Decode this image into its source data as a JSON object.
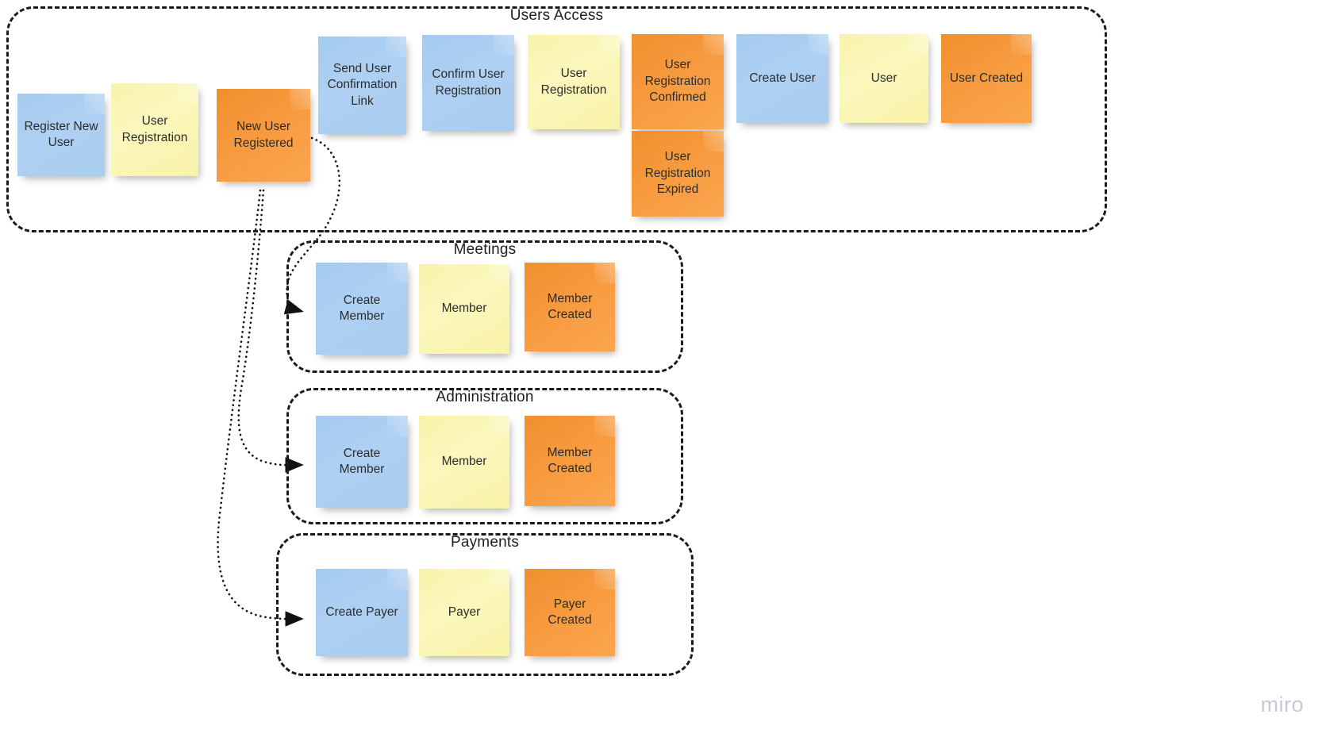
{
  "board": {
    "watermark": "miro",
    "colors": {
      "blue": "#a9cdf0",
      "yellow": "#f9f3a9",
      "orange": "#f89c41",
      "dashed_border": "#1a1a1a",
      "connector": "#111111",
      "text": "#2c2c2c",
      "background": "#ffffff"
    }
  },
  "contexts": [
    {
      "id": "users-access",
      "title": "Users Access",
      "notes": [
        {
          "label": "Register New User",
          "kind": "command",
          "color": "blue"
        },
        {
          "label": "User Registration",
          "kind": "aggregate",
          "color": "yellow"
        },
        {
          "label": "New User Registered",
          "kind": "event",
          "color": "orange"
        },
        {
          "label": "Send User Confirmation Link",
          "kind": "command",
          "color": "blue"
        },
        {
          "label": "Confirm User Registration",
          "kind": "command",
          "color": "blue"
        },
        {
          "label": "User Registration",
          "kind": "aggregate",
          "color": "yellow"
        },
        {
          "label": "User Registration Confirmed",
          "kind": "event",
          "color": "orange"
        },
        {
          "label": "User Registration Expired",
          "kind": "event",
          "color": "orange"
        },
        {
          "label": "Create User",
          "kind": "command",
          "color": "blue"
        },
        {
          "label": "User",
          "kind": "aggregate",
          "color": "yellow"
        },
        {
          "label": "User Created",
          "kind": "event",
          "color": "orange"
        }
      ]
    },
    {
      "id": "meetings",
      "title": "Meetings",
      "notes": [
        {
          "label": "Create Member",
          "kind": "command",
          "color": "blue"
        },
        {
          "label": "Member",
          "kind": "aggregate",
          "color": "yellow"
        },
        {
          "label": "Member Created",
          "kind": "event",
          "color": "orange"
        }
      ]
    },
    {
      "id": "administration",
      "title": "Administration",
      "notes": [
        {
          "label": "Create Member",
          "kind": "command",
          "color": "blue"
        },
        {
          "label": "Member",
          "kind": "aggregate",
          "color": "yellow"
        },
        {
          "label": "Member Created",
          "kind": "event",
          "color": "orange"
        }
      ]
    },
    {
      "id": "payments",
      "title": "Payments",
      "notes": [
        {
          "label": "Create Payer",
          "kind": "command",
          "color": "blue"
        },
        {
          "label": "Payer",
          "kind": "aggregate",
          "color": "yellow"
        },
        {
          "label": "Payer Created",
          "kind": "event",
          "color": "orange"
        }
      ]
    }
  ],
  "connectors": [
    {
      "from": "New User Registered",
      "to": "Meetings / Create Member",
      "style": "dotted-arrow"
    },
    {
      "from": "New User Registered",
      "to": "Administration / Create Member",
      "style": "dotted-arrow"
    },
    {
      "from": "New User Registered",
      "to": "Payments / Create Payer",
      "style": "dotted-arrow"
    }
  ]
}
